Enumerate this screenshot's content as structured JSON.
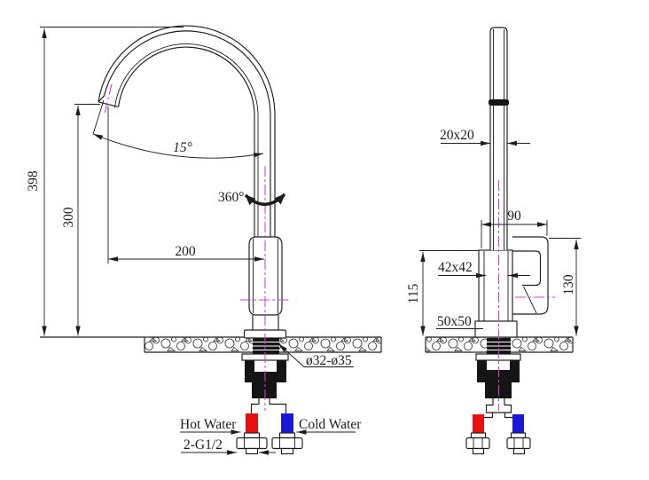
{
  "colors": {
    "hot": "#e8100d",
    "cold": "#1a17dc",
    "centerline": "#cf3fd0",
    "line": "#1c1c1c"
  },
  "front_view": {
    "overall_height": "398",
    "outlet_height": "300",
    "spout_reach": "200",
    "outlet_angle": "15°",
    "swivel": "360°",
    "mounting_hole": "ø32-ø35",
    "hot_water_label": "Hot Water",
    "cold_water_label": "Cold Water",
    "inlet_thread_label": "2-G1/2"
  },
  "side_view": {
    "spout_section": "20x20",
    "handle_projection": "90",
    "body_section": "42x42",
    "body_height": "115",
    "handle_height": "130",
    "base_section": "50x50"
  }
}
